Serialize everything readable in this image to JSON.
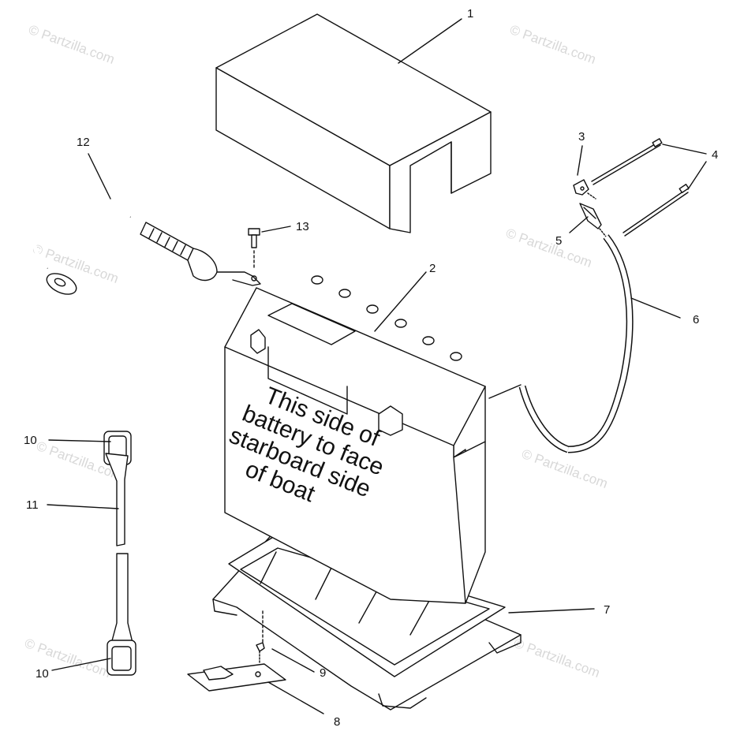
{
  "watermark": "© Partzilla.com",
  "battery_label": [
    "This side of",
    "battery to face",
    "starboard side",
    "of boat"
  ],
  "callouts": {
    "c1": "1",
    "c2": "2",
    "c3": "3",
    "c4": "4",
    "c5": "5",
    "c6": "6",
    "c7": "7",
    "c8": "8",
    "c9": "9",
    "c10a": "10",
    "c10b": "10",
    "c11": "11",
    "c12": "12",
    "c13": "13"
  }
}
